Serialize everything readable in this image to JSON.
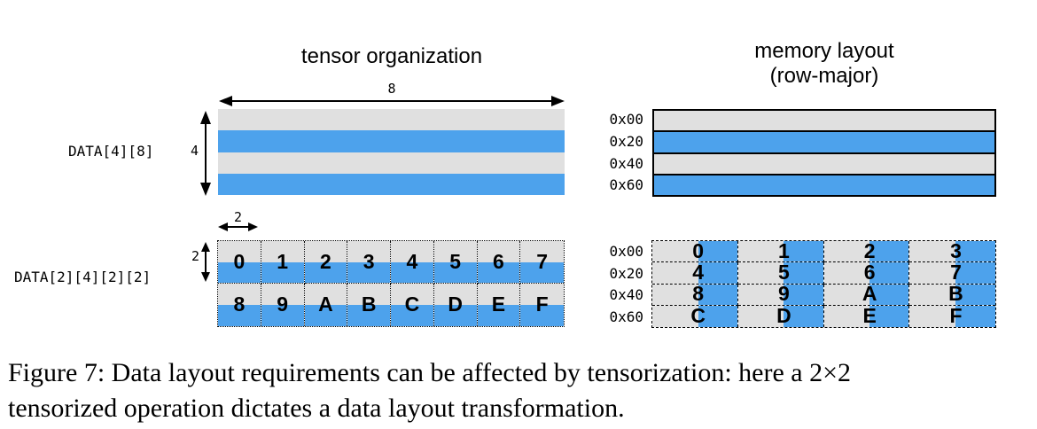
{
  "titles": {
    "left": "tensor organization",
    "right_line1": "memory layout",
    "right_line2": "(row-major)"
  },
  "tensor1": {
    "label": "DATA[4][8]",
    "width_dim": "8",
    "height_dim": "4",
    "row_colors": [
      "gray",
      "blue",
      "gray",
      "blue"
    ]
  },
  "memory1": {
    "addresses": [
      "0x00",
      "0x20",
      "0x40",
      "0x60"
    ],
    "row_colors": [
      "gray",
      "blue",
      "gray",
      "blue"
    ]
  },
  "tensor2": {
    "label": "DATA[2][4][2][2]",
    "width_dim": "2",
    "height_dim": "2",
    "cells": [
      [
        "0",
        "1",
        "2",
        "3",
        "4",
        "5",
        "6",
        "7"
      ],
      [
        "8",
        "9",
        "A",
        "B",
        "C",
        "D",
        "E",
        "F"
      ]
    ]
  },
  "memory2": {
    "addresses": [
      "0x00",
      "0x20",
      "0x40",
      "0x60"
    ],
    "cells": [
      [
        "0",
        "1",
        "2",
        "3"
      ],
      [
        "4",
        "5",
        "6",
        "7"
      ],
      [
        "8",
        "9",
        "A",
        "B"
      ],
      [
        "C",
        "D",
        "E",
        "F"
      ]
    ]
  },
  "caption": {
    "line1": "Figure 7: Data layout requirements can be affected by tensorization: here a 2×2",
    "line2": "tensorized operation dictates a data layout transformation."
  },
  "colors": {
    "blue": "#4DA2EC",
    "gray": "#E0E0E0"
  }
}
